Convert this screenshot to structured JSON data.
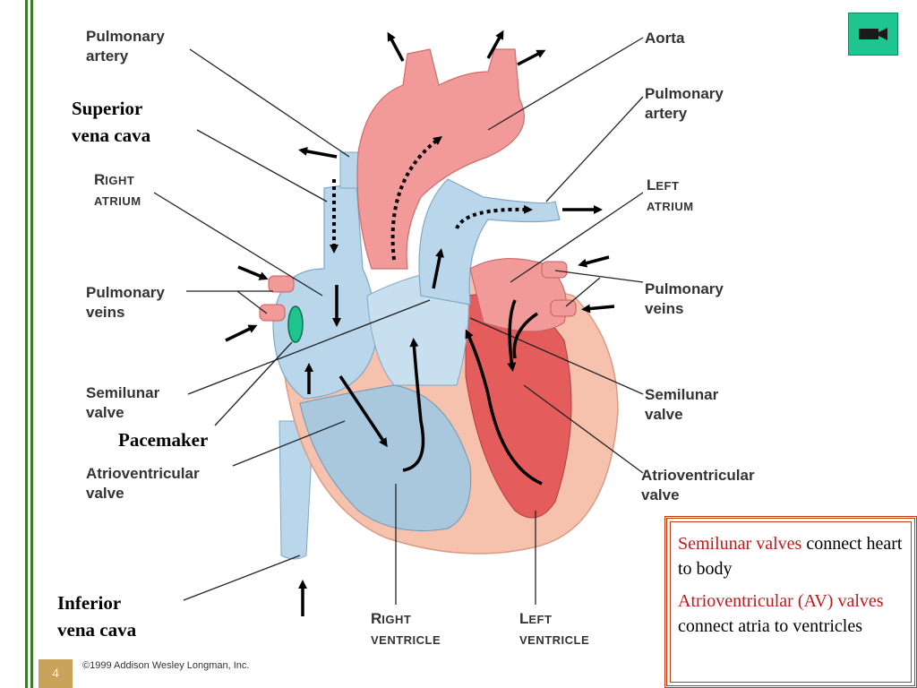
{
  "labels": {
    "pulmonary_artery_left": [
      "Pulmonary",
      "artery"
    ],
    "superior_vena_cava": [
      "Superior",
      "vena cava"
    ],
    "right_atrium": [
      "R",
      "IGHT",
      "ATRIUM"
    ],
    "pulmonary_veins_left": [
      "Pulmonary",
      "veins"
    ],
    "semilunar_left": [
      "Semilunar",
      "valve"
    ],
    "pacemaker": "Pacemaker",
    "av_left": [
      "Atrioventricular",
      "valve"
    ],
    "inferior_vena_cava": [
      "Inferior",
      "vena cava"
    ],
    "aorta": "Aorta",
    "pulmonary_artery_right": [
      "Pulmonary",
      "artery"
    ],
    "left_atrium": [
      "L",
      "EFT",
      "ATRIUM"
    ],
    "pulmonary_veins_right": [
      "Pulmonary",
      "veins"
    ],
    "semilunar_right": [
      "Semilunar",
      "valve"
    ],
    "av_right": [
      "Atrioventricular",
      "valve"
    ],
    "right_ventricle": [
      "R",
      "IGHT",
      "VENTRICLE"
    ],
    "left_ventricle": [
      "L",
      "EFT",
      "VENTRICLE"
    ]
  },
  "note": {
    "line1_red": "Semilunar valves",
    "line1_black": "connect heart to body",
    "line2_red": "Atrioventricular (AV) valves",
    "line2_black": "connect atria to ventricles"
  },
  "page_number": "4",
  "copyright": "©1999 Addison Wesley Longman, Inc.",
  "nav_icon": "camera-icon",
  "colors": {
    "vein_blue": "#b9d6ea",
    "artery_red": "#f29a9a",
    "muscle_pink": "#f6c2ad",
    "pacemaker_green": "#1ec58f",
    "note_red": "#c0191a"
  }
}
